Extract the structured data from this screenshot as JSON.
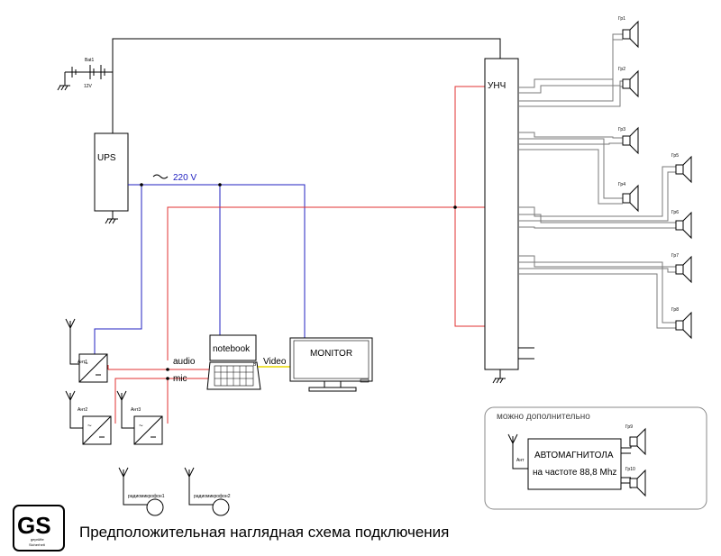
{
  "battery": {
    "label": "Bat1",
    "voltage": "12V"
  },
  "ups": {
    "label": "UPS"
  },
  "mains": {
    "tilde": "~",
    "label": "220 V"
  },
  "amplifier": {
    "label": "УНЧ"
  },
  "speakers": [
    "Гр1",
    "Гр2",
    "Гр3",
    "Гр4",
    "Гр5",
    "Гр6",
    "Гр7",
    "Гр8"
  ],
  "receivers": [
    {
      "label": "Ант1"
    },
    {
      "label": "Ант2"
    },
    {
      "label": "Ант3"
    }
  ],
  "connections": {
    "audio": "audio",
    "mic": "mic",
    "video": "Video"
  },
  "notebook": {
    "label": "notebook"
  },
  "monitor": {
    "label": "MONITOR"
  },
  "wireless_mics": [
    "радиомикрофон1",
    "радиомикрофон2"
  ],
  "optional": {
    "title": "можно дополнительно",
    "antenna_label": "Ант",
    "radio_title": "АВТОМАГНИТОЛА",
    "radio_freq": "на частоте 88,8 Mhz",
    "speakers": [
      "Гр9",
      "Гр10"
    ]
  },
  "logo": {
    "letters": "GS",
    "caption_line1": "geprüfte",
    "caption_line2": "Sicherheit"
  },
  "caption": "Предположительная наглядная схема подключения",
  "colors": {
    "mains_wire": "#2020c0",
    "audio_wire": "#e03030",
    "video_wire": "#e8d800",
    "signal_wire": "#000000"
  }
}
